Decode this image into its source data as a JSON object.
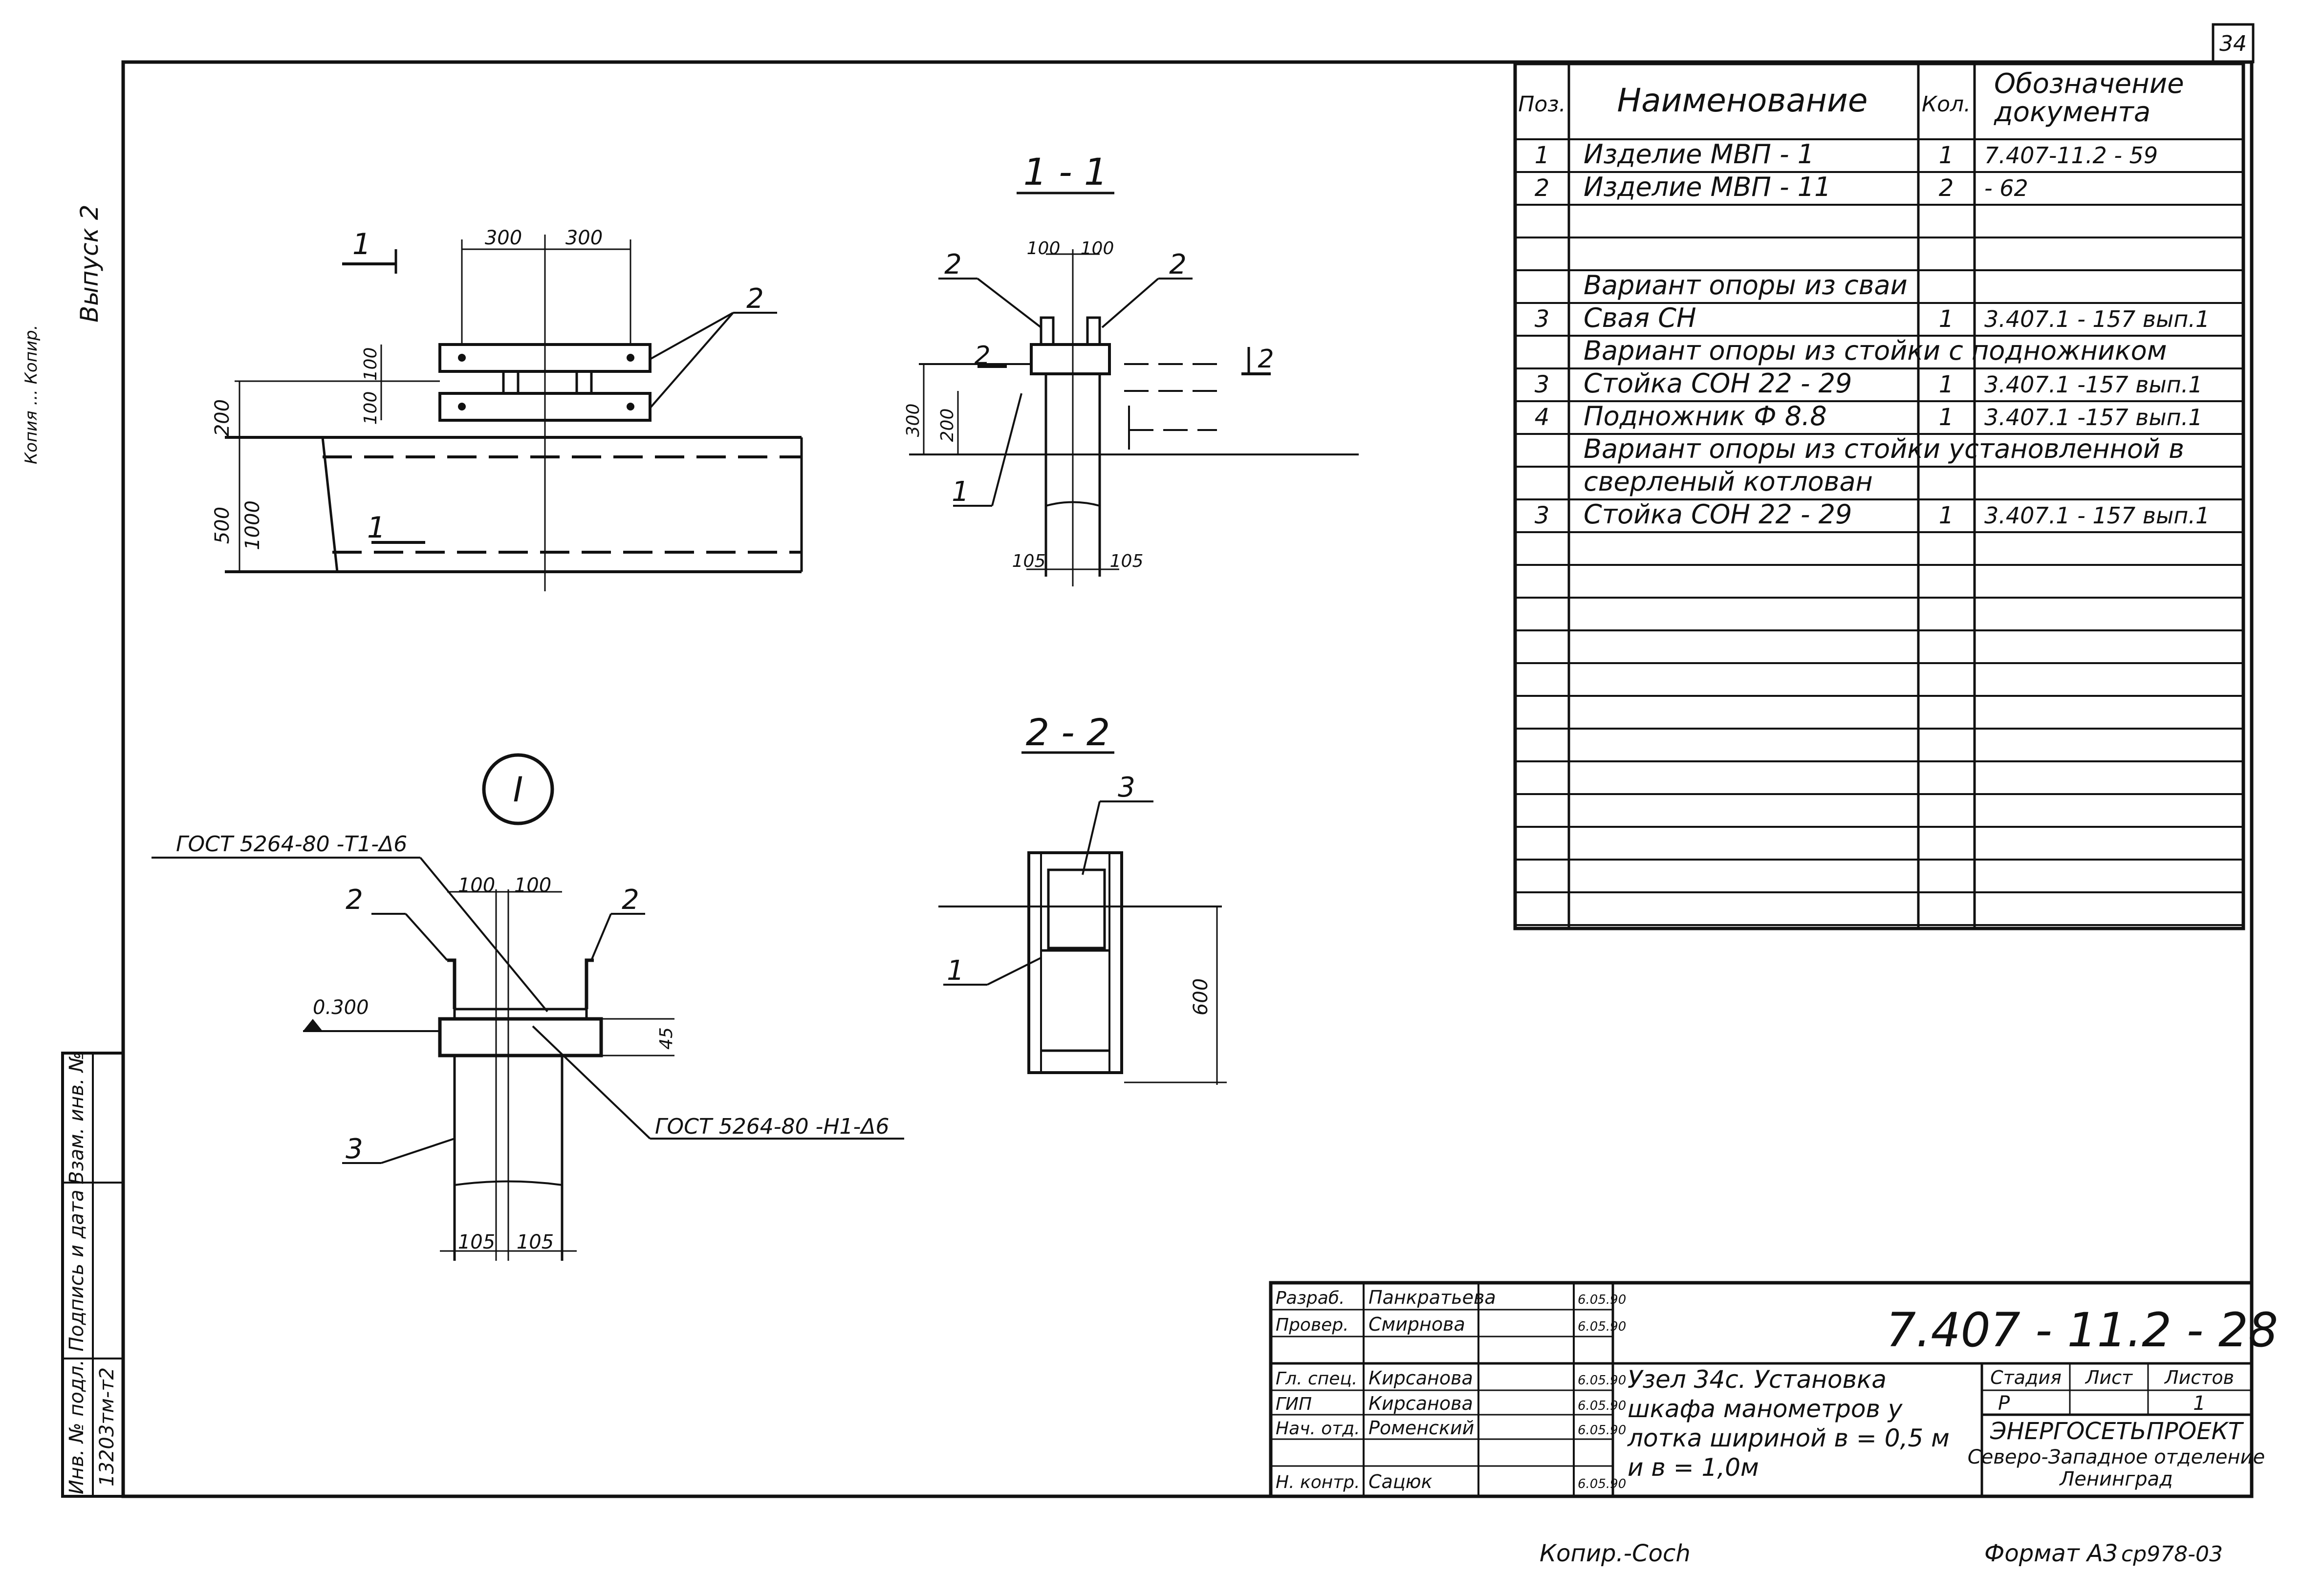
{
  "sheet": {
    "page_number": "34",
    "vypusk": "Выпуск 2",
    "copy_note": "Копия ... Копир.",
    "format_label": "Формат А3",
    "copy_label": "Копир.-Сосh",
    "archive_number": "ср978-03"
  },
  "left_stamp": {
    "inv_podl": "Инв. № подл.",
    "podpis_data": "Подпись и дата",
    "vzam_inv": "Взам. инв. №",
    "inv_value": "13203тм-т2"
  },
  "spec_table": {
    "headers": {
      "pos": "Поз.",
      "name": "Наименование",
      "qty": "Кол.",
      "doc": "Обозначение документа"
    },
    "rows": [
      {
        "pos": "1",
        "name": "Изделие  МВП - 1",
        "qty": "1",
        "doc": "7.407-11.2 - 59"
      },
      {
        "pos": "2",
        "name": "Изделие  МВП - 11",
        "qty": "2",
        "doc": "- 62"
      },
      {
        "pos": "",
        "name": "",
        "qty": "",
        "doc": ""
      },
      {
        "pos": "",
        "name": "",
        "qty": "",
        "doc": ""
      },
      {
        "pos": "",
        "name": "Вариант  опоры  из  сваи",
        "qty": "",
        "doc": ""
      },
      {
        "pos": "3",
        "name": "Свая  СН",
        "qty": "1",
        "doc": "3.407.1 - 157  вып.1"
      },
      {
        "pos": "",
        "name": "Вариант  опоры  из  стойки  с  подножником",
        "qty": "",
        "doc": ""
      },
      {
        "pos": "3",
        "name": "Стойка  СОН 22 - 29",
        "qty": "1",
        "doc": "3.407.1 -157  вып.1"
      },
      {
        "pos": "4",
        "name": "Подножник  Ф 8.8",
        "qty": "1",
        "doc": "3.407.1 -157  вып.1"
      },
      {
        "pos": "",
        "name": "Вариант  опоры  из  стойки  установленной  в",
        "qty": "",
        "doc": ""
      },
      {
        "pos": "",
        "name": "сверленый  котлован",
        "qty": "",
        "doc": ""
      },
      {
        "pos": "3",
        "name": "Стойка  СОН 22 - 29",
        "qty": "1",
        "doc": "3.407.1 - 157  вып.1"
      }
    ]
  },
  "views": {
    "section_1_1": "1 - 1",
    "section_2_2": "2 - 2",
    "detail_marker": "I",
    "plan_section_mark": "1",
    "label_2": "2",
    "label_1": "1",
    "label_3": "3"
  },
  "dimensions": {
    "d300a": "300",
    "d300b": "300",
    "d100a": "100",
    "d100b": "100",
    "d200": "200",
    "d500": "500",
    "d1000": "1000",
    "s11_100a": "100",
    "s11_100b": "100",
    "s11_300": "300",
    "s11_200": "200",
    "s11_105a": "105",
    "s11_105b": "105",
    "det_100a": "100",
    "det_100b": "100",
    "det_level": "0.300",
    "det_45": "45",
    "det_105a": "105",
    "det_105b": "105",
    "s22_600": "600"
  },
  "weld_notes": {
    "weld_top": "ГОСТ 5264-80 -Т1-Δ6",
    "weld_bottom": "ГОСТ 5264-80 -Н1-Δ6"
  },
  "title_block": {
    "designation": "7.407 - 11.2 - 28",
    "description_lines": [
      "Узел 34с.  Установка",
      "шкафа  манометров у",
      "лотка  шириной  в = 0,5 м",
      "и в = 1,0м"
    ],
    "signatures": [
      {
        "role": "Разраб.",
        "name": "Панкратьева",
        "date": "6.05.90"
      },
      {
        "role": "Провер.",
        "name": "Смирнова",
        "date": "6.05.90"
      },
      {
        "role": "Гл. спец.",
        "name": "Кирсанова",
        "date": "6.05.90"
      },
      {
        "role": "ГИП",
        "name": "Кирсанова",
        "date": "6.05.90"
      },
      {
        "role": "Нач. отд.",
        "name": "Роменский",
        "date": "6.05.90"
      },
      {
        "role": "Н. контр.",
        "name": "Сацюк",
        "date": "6.05.90"
      }
    ],
    "stage_header": "Стадия",
    "sheet_header": "Лист",
    "sheets_header": "Листов",
    "stage_value": "Р",
    "sheets_value": "1",
    "org_line1": "ЭНЕРГОСЕТЬПРОЕКТ",
    "org_line2": "Северо-Западное отделение",
    "org_line3": "Ленинград"
  }
}
